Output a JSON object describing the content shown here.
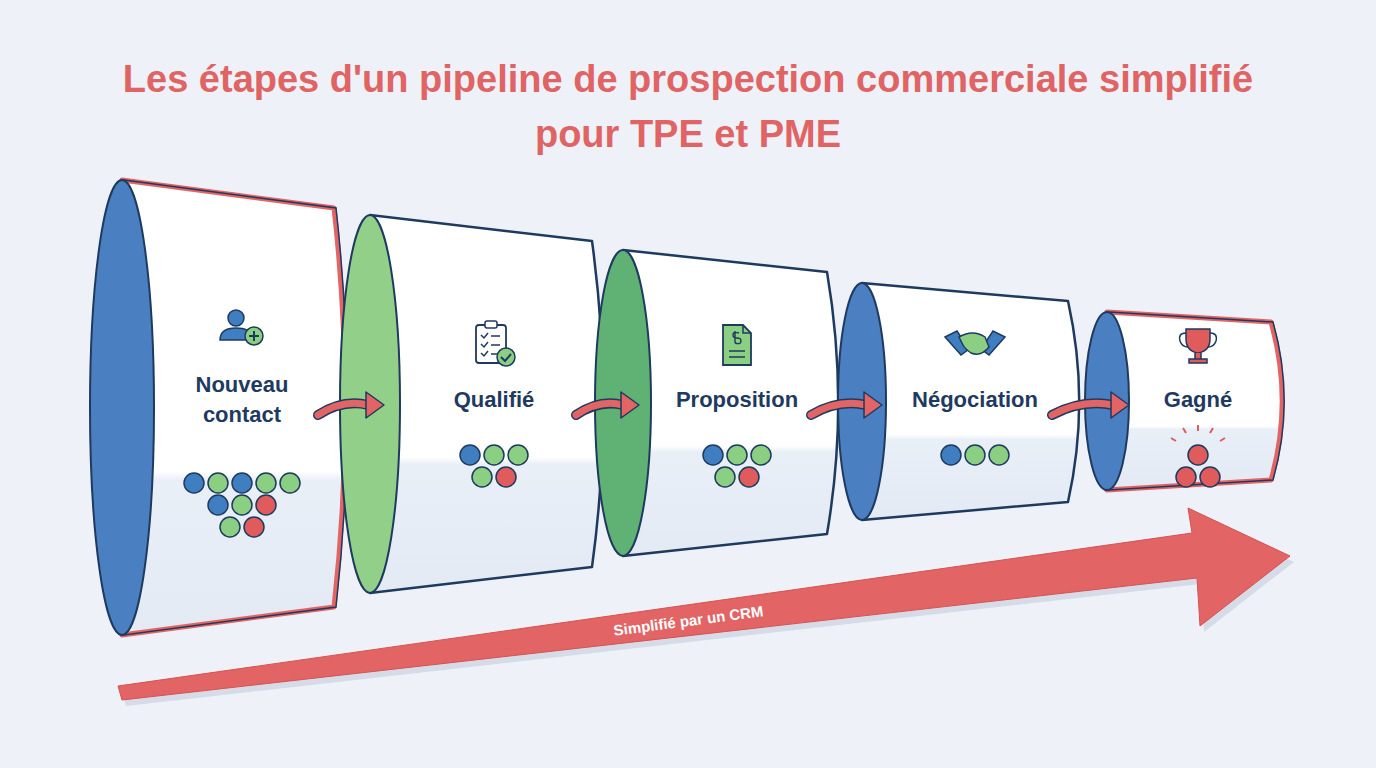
{
  "diagram": {
    "title": "Les étapes d'un pipeline de prospection commerciale simplifié pour TPE et PME",
    "nodes": [
      {
        "text": [
          "Nouveau contact"
        ]
      },
      {
        "text": [
          "Qualifié"
        ]
      },
      {
        "text": [
          "Proposition"
        ]
      },
      {
        "text": [
          "Négociation"
        ]
      },
      {
        "text": [
          "Gagné"
        ]
      }
    ],
    "edges": [
      {
        "from": 0,
        "to": 1,
        "arrow": "to"
      },
      {
        "from": 1,
        "to": 2,
        "arrow": "to"
      },
      {
        "from": 2,
        "to": 3,
        "arrow": "to"
      },
      {
        "from": 3,
        "to": 4,
        "arrow": "to"
      }
    ],
    "labels": [
      "Simplifié par un CRM"
    ]
  }
}
